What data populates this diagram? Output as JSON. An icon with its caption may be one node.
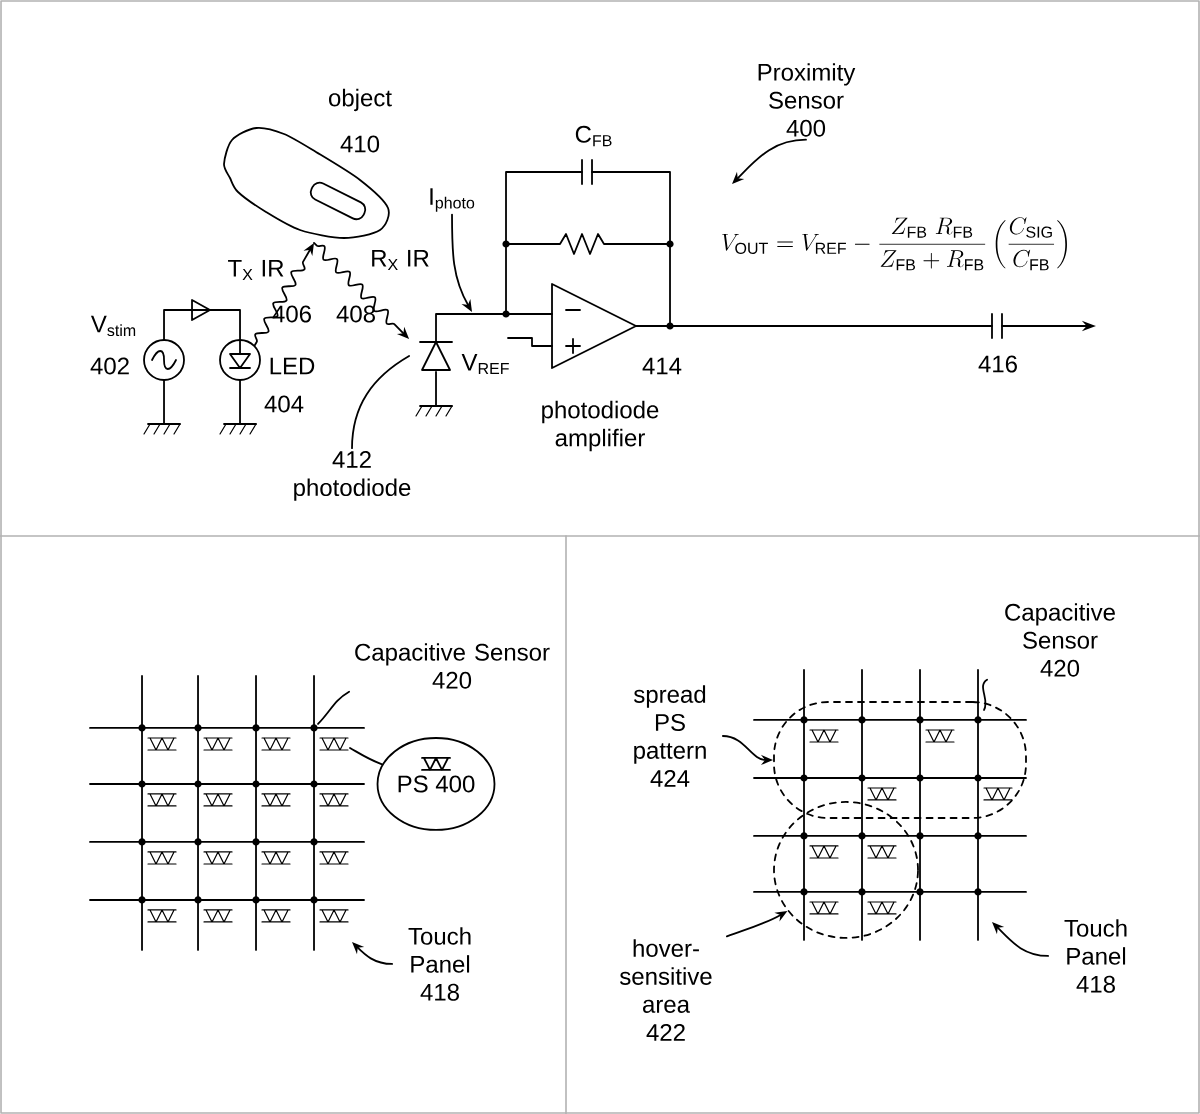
{
  "diagram": {
    "nodes": [
      {
        "text": [],
        "shape": "picture",
        "beside": [
          "object",
          "410"
        ]
      },
      {
        "text": [],
        "shape": "circle",
        "beside": [
          "LED",
          "404"
        ]
      },
      {
        "text": [],
        "shape": "triangle"
      },
      {
        "text": [
          "412",
          "photodiode"
        ]
      },
      {
        "text": [
          "I$_{photo}$"
        ]
      },
      {
        "text": [],
        "shape": "triangle",
        "beside": [
          "414",
          "photodiode amplifier"
        ]
      },
      {
        "text": [
          "Proximity Sensor",
          "400"
        ]
      },
      {
        "text": [
          "Capacitive Sensor",
          "420"
        ]
      },
      {
        "text": [
          "PS 400"
        ]
      },
      {
        "text": [
          "Touch Panel",
          "418"
        ]
      },
      {
        "text": [],
        "shape": "picture"
      },
      {
        "text": [
          "Capacitive Sensor",
          "420"
        ]
      },
      {
        "text": [
          "spread PS pattern",
          "424"
        ]
      },
      {
        "text": [],
        "shape": "picture"
      },
      {
        "text": [],
        "shape": "box",
        "in": 13
      },
      {
        "text": [
          "hover-sensitive area",
          "422"
        ]
      },
      {
        "text": [],
        "shape": "circle",
        "in": 13
      },
      {
        "text": [
          "Touch Panel",
          "418"
        ]
      }
    ],
    "edges": [
      {
        "from": 1,
        "to": 0,
        "arrow": "to",
        "label": "T$_{X}$ IR"
      },
      {
        "from": 0,
        "to": 2,
        "arrow": "to",
        "label": "R$_{X}$ IR"
      },
      {
        "from": 3,
        "to": 2,
        "arrow": "none"
      },
      {
        "from": 4,
        "to": null,
        "arrow": "to"
      },
      {
        "from": 6,
        "to": null,
        "arrow": "to"
      },
      {
        "from": 7,
        "to": 10,
        "arrow": "none"
      },
      {
        "from": 8,
        "to": 10,
        "arrow": "none"
      },
      {
        "from": 9,
        "to": 10,
        "arrow": "to"
      },
      {
        "from": 11,
        "to": 13,
        "arrow": "none"
      },
      {
        "from": 12,
        "to": 14,
        "arrow": "to"
      },
      {
        "from": 15,
        "to": 16,
        "arrow": "to"
      },
      {
        "from": 17,
        "to": 13,
        "arrow": "to"
      }
    ],
    "labels": [
      "C$_{FB}$",
      "V_{\\mathrm{OUT}}=V_{\\mathrm{REF}}-\\frac{Z_{\\mathrm{FB}}\\;R_{\\mathrm{FB}}}{Z_{\\mathrm{FB}}+R_{\\mathrm{FB}}}\\left(\\frac{C_{\\mathrm{SIG}}}{C_{\\mathrm{FB}}}\\right)",
      "V$_{stim}$",
      "402",
      "406",
      "408",
      "V$_{REF}$",
      "416"
    ]
  }
}
